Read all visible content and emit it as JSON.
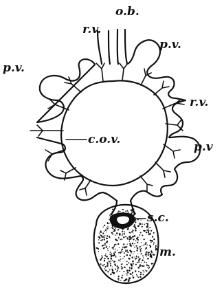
{
  "labels": {
    "ob": "o.b.",
    "rv_top": "r.v.",
    "pv_top_right": "p.v.",
    "pv_left": "p.v.",
    "rv_right": "r.v.",
    "cov": "c.o.v.",
    "pv_right": "p.v",
    "sc": "s.c.",
    "m": "m."
  },
  "colors": {
    "ink": "#111111",
    "paper": "#ffffff"
  }
}
